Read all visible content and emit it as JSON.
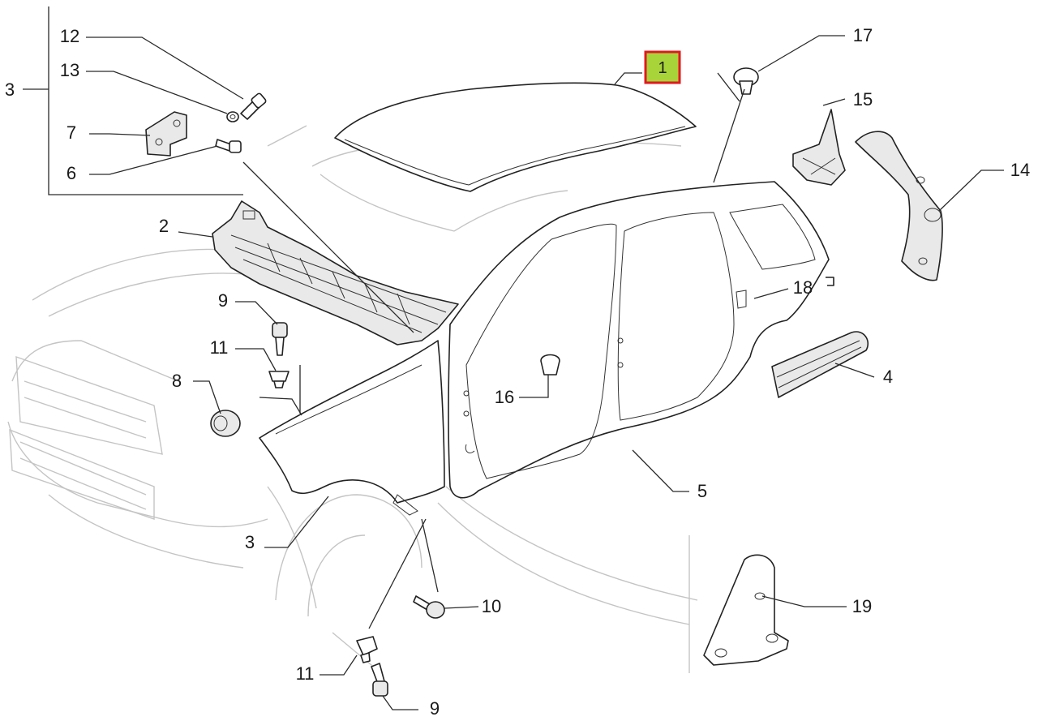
{
  "callouts": {
    "c1": "1",
    "c2": "2",
    "c3_top": "3",
    "c3_bottom": "3",
    "c4": "4",
    "c5": "5",
    "c6": "6",
    "c7": "7",
    "c8": "8",
    "c9_upper": "9",
    "c9_lower": "9",
    "c10": "10",
    "c11_upper": "11",
    "c11_lower": "11",
    "c12": "12",
    "c13": "13",
    "c14": "14",
    "c15": "15",
    "c16": "16",
    "c17": "17",
    "c18": "18",
    "c19": "19"
  },
  "highlight": {
    "selected_part": "1",
    "fill_color": "#a8d43a",
    "border_color": "#e0191f"
  }
}
